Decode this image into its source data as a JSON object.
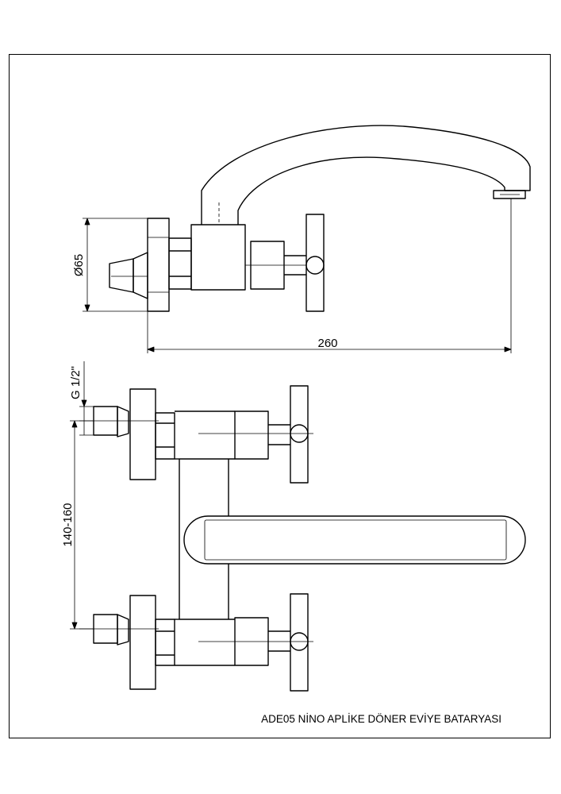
{
  "drawing": {
    "title": "ADE05 NİNO APLİKE DÖNER EVİYE BATARYASI",
    "dimensions": {
      "wall_flange_diameter": "Ø65",
      "spout_reach": "260",
      "thread_size": "G 1/2\"",
      "inlet_spacing": "140-160"
    }
  },
  "colors": {
    "line": "#000000",
    "background": "#ffffff"
  }
}
